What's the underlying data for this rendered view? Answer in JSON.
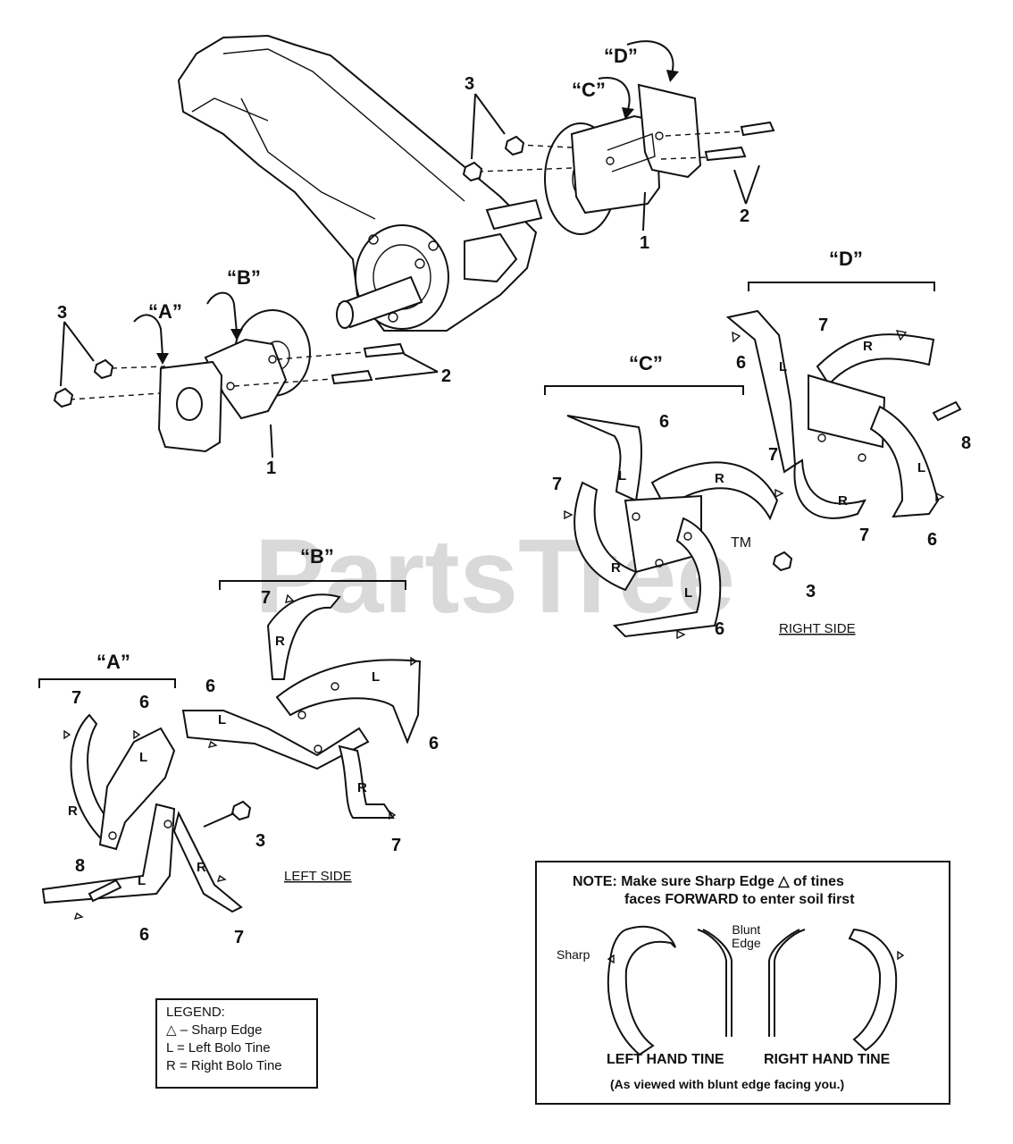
{
  "watermark": {
    "brand": "PartsTree",
    "tm": "TM"
  },
  "callouts": {
    "n1": "1",
    "n2": "2",
    "n3": "3",
    "n6": "6",
    "n7": "7",
    "n8": "8",
    "L": "L",
    "R": "R"
  },
  "groups": {
    "a": "“A”",
    "b": "“B”",
    "c": "“C”",
    "d": "“D”"
  },
  "sides": {
    "left": "LEFT SIDE",
    "right": "RIGHT SIDE"
  },
  "legend": {
    "title": "LEGEND:",
    "sharp": "△  – Sharp Edge",
    "left": "L  =  Left Bolo Tine",
    "right": "R  =  Right Bolo Tine"
  },
  "note": {
    "line1": "NOTE:  Make sure Sharp Edge △ of tines",
    "line2": "faces FORWARD to enter soil first",
    "sharp_label": "Sharp",
    "blunt_label_1": "Blunt",
    "blunt_label_2": "Edge",
    "left_caption": "LEFT HAND TINE",
    "right_caption": "RIGHT HAND TINE",
    "sub_caption": "(As viewed with blunt edge facing you.)"
  }
}
